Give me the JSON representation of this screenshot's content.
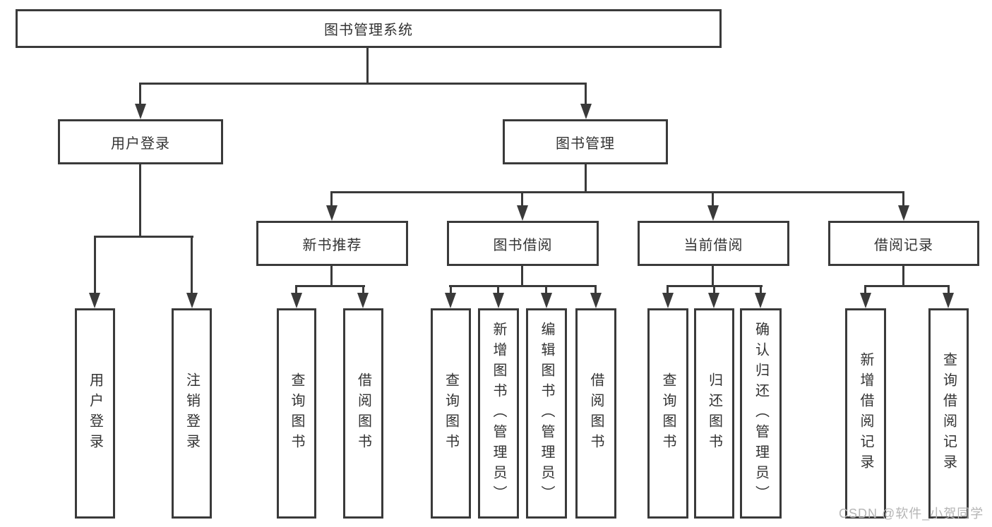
{
  "diagram_title": "图书管理系统",
  "nodes": {
    "root": "图书管理系统",
    "user_login": {
      "label": "用户登录",
      "children": [
        "用户登录",
        "注销登录"
      ]
    },
    "book_mgmt": {
      "label": "图书管理",
      "groups": [
        {
          "label": "新书推荐",
          "children": [
            "查询图书",
            "借阅图书"
          ]
        },
        {
          "label": "图书借阅",
          "children": [
            "查询图书",
            "新增图书（管理员）",
            "编辑图书（管理员）",
            "借阅图书"
          ]
        },
        {
          "label": "当前借阅",
          "children": [
            "查询图书",
            "归还图书",
            "确认归还（管理员）"
          ]
        },
        {
          "label": "借阅记录",
          "children": [
            "新增借阅记录",
            "查询借阅记录"
          ]
        }
      ]
    }
  },
  "watermark": "CSDN @软件_小贺同学",
  "colors": {
    "line": "#3a3a3a",
    "text": "#333333",
    "watermark": "#b5b5b5",
    "background": "#ffffff"
  }
}
